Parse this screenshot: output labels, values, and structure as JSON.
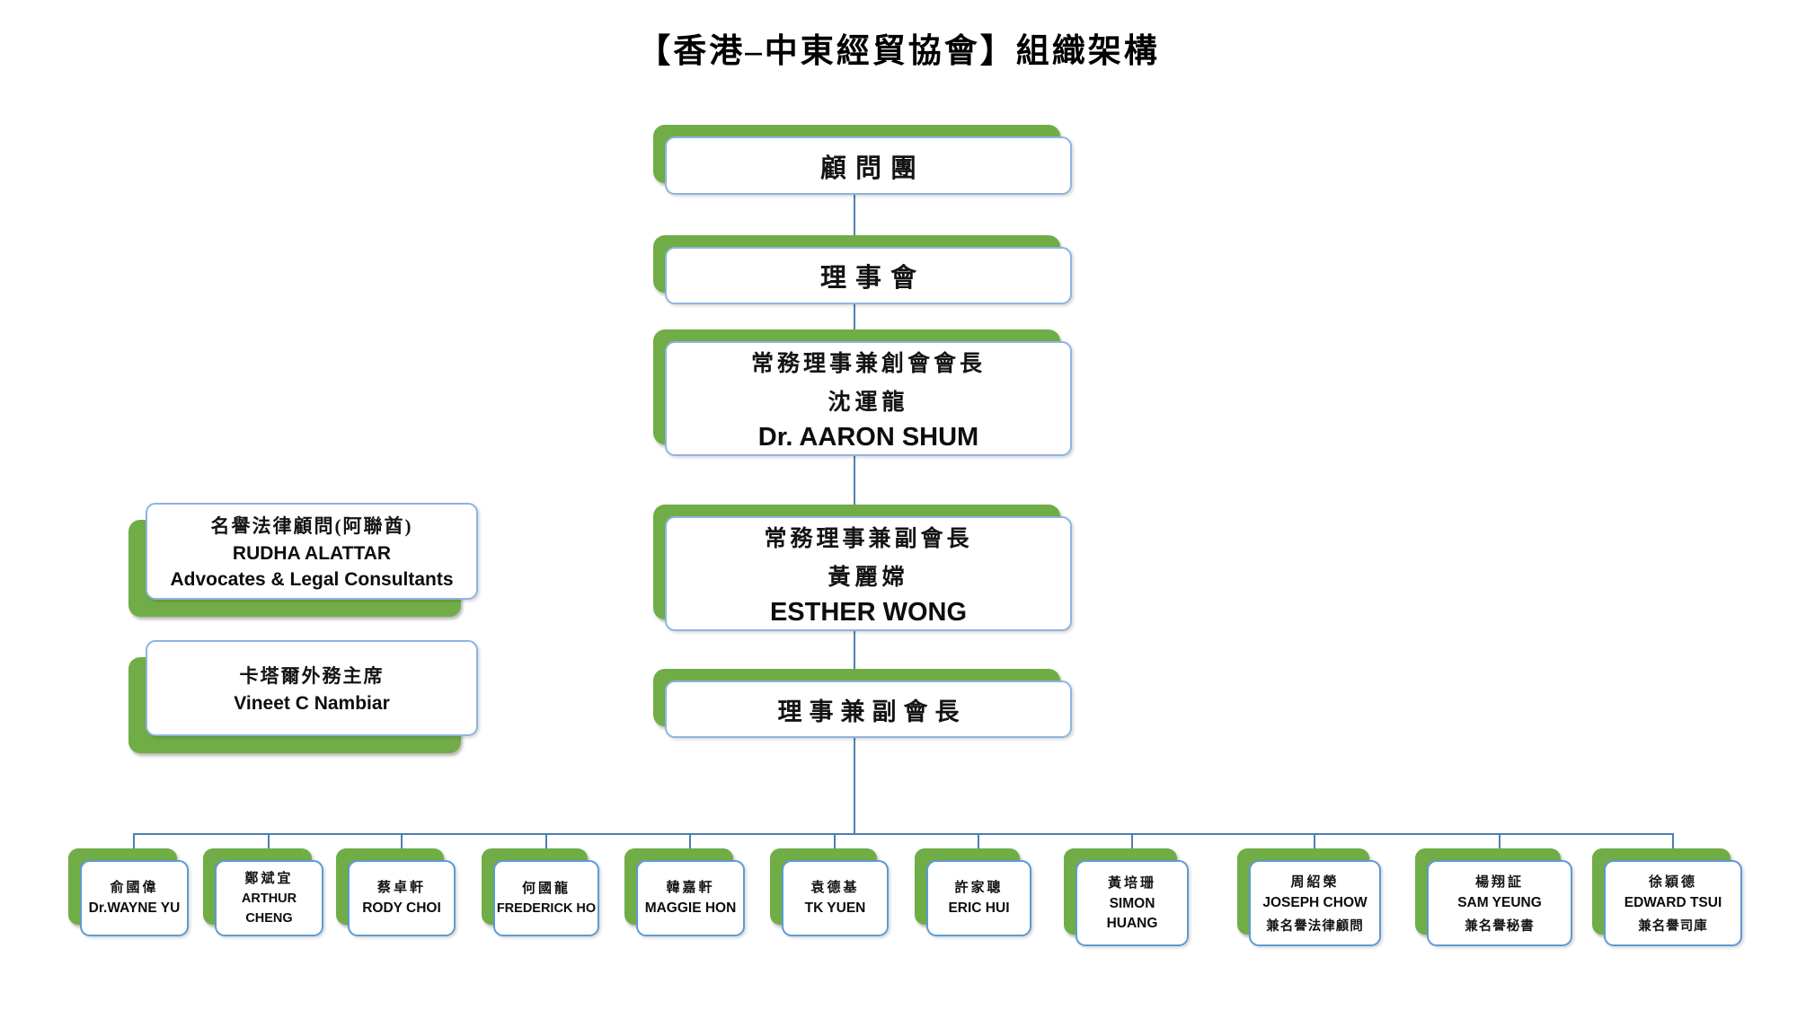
{
  "title": "【香港–中東經貿協會】組織架構",
  "colors": {
    "shadow_green": "#70AD47",
    "box_border_blue": "#8EB4DE",
    "bottom_box_border_blue": "#5B9BD5",
    "connector_blue": "#4E7FB0"
  },
  "main": {
    "advisory": {
      "label": "顧問團"
    },
    "council": {
      "label": "理事會"
    },
    "founding_president": {
      "role": "常務理事兼創會會長",
      "name_cn": "沈運龍",
      "name_en": "Dr. AARON SHUM"
    },
    "vice_president": {
      "role": "常務理事兼副會長",
      "name_cn": "黃麗嫦",
      "name_en": "ESTHER WONG"
    },
    "director_vp": {
      "label": "理事兼副會長"
    }
  },
  "side": {
    "legal": {
      "role": "名譽法律顧問(阿聯酋)",
      "name": "RUDHA ALATTAR",
      "org": "Advocates & Legal Consultants"
    },
    "qatar": {
      "role": "卡塔爾外務主席",
      "name": "Vineet C Nambiar"
    }
  },
  "directors": [
    {
      "cn": "俞國偉",
      "en": "Dr.WAYNE YU"
    },
    {
      "cn": "鄭斌宜",
      "en": "ARTHUR CHENG"
    },
    {
      "cn": "蔡卓軒",
      "en": "RODY CHOI"
    },
    {
      "cn": "何國龍",
      "en": "FREDERICK HO"
    },
    {
      "cn": "韓嘉軒",
      "en": "MAGGIE HON"
    },
    {
      "cn": "袁德基",
      "en": "TK YUEN"
    },
    {
      "cn": "許家聰",
      "en": "ERIC HUI"
    },
    {
      "cn": "黃培珊",
      "en": "SIMON HUANG"
    },
    {
      "cn": "周紹榮",
      "en": "JOSEPH CHOW",
      "extra": "兼名譽法律顧問"
    },
    {
      "cn": "楊翔証",
      "en": "SAM YEUNG",
      "extra": "兼名譽秘書"
    },
    {
      "cn": "徐穎德",
      "en": "EDWARD TSUI",
      "extra": "兼名譽司庫"
    }
  ]
}
